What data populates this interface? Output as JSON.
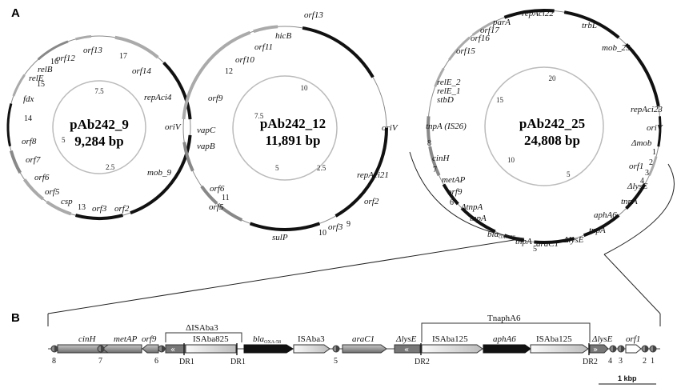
{
  "panels": {
    "a": "A",
    "b": "B"
  },
  "scale_bar": "1 kbp",
  "plasmids": [
    {
      "name": "pAb242_9",
      "size": "9,284 bp",
      "ruler_ticks": [
        "7.5",
        "5",
        "2.5"
      ],
      "labels": [
        "orf13",
        "orf12",
        "16",
        "17",
        "relB",
        "15",
        "relE",
        "orf14",
        "repAci4",
        "fdx",
        "14",
        "oriV",
        "orf8",
        "orf7",
        "orf6",
        "mob_9",
        "orf5",
        "csp",
        "13",
        "orf3",
        "orf2"
      ]
    },
    {
      "name": "pAb242_12",
      "size": "11,891 bp",
      "ruler_ticks": [
        "10",
        "7.5",
        "5",
        "2.5"
      ],
      "labels": [
        "hicB",
        "orf13",
        "orf11",
        "orf10",
        "12",
        "orf9",
        "vapC",
        "vapB",
        "oriV",
        "repAci21",
        "orf6",
        "11",
        "orf5",
        "orf2",
        "sulP",
        "10",
        "orf3",
        "9"
      ]
    },
    {
      "name": "pAb242_25",
      "size": "24,808 bp",
      "ruler_ticks": [
        "20",
        "15",
        "10",
        "5"
      ],
      "labels": [
        "repAci22",
        "parA",
        "orf17",
        "orf16",
        "trbL",
        "orf15",
        "mob_25",
        "relE_2",
        "relE_1",
        "stbD",
        "repAci23",
        "tnpA (IS26)",
        "oriV",
        "8",
        "Δmob",
        "1",
        "cinH",
        "7",
        "2",
        "orf1",
        "3",
        "metAP",
        "ΔlysE",
        "4",
        "orf9",
        "6",
        "ΔtnpA",
        "tnpA",
        "tnpA",
        "aphA6",
        "tnpA",
        "ΔlysE",
        "araC1",
        "tnpA",
        "5"
      ],
      "bla_label": "bla",
      "bla_sub": "OXA-58"
    }
  ],
  "linear_map": {
    "genes": [
      "cinH",
      "metAP",
      "orf9",
      "ISAba825",
      "bla",
      "ISAba3",
      "araC1",
      "ΔlysE",
      "ISAba125",
      "aphA6",
      "ISAba125",
      "ΔlysE",
      "orf1"
    ],
    "bla_sub": "OXA-58",
    "brackets": [
      "ΔISAba3",
      "TnaphA6"
    ],
    "repeats": [
      "DR1",
      "DR1",
      "DR2",
      "DR2"
    ],
    "numbers": [
      "8",
      "7",
      "6",
      "5",
      "4",
      "3",
      "2",
      "1"
    ]
  }
}
